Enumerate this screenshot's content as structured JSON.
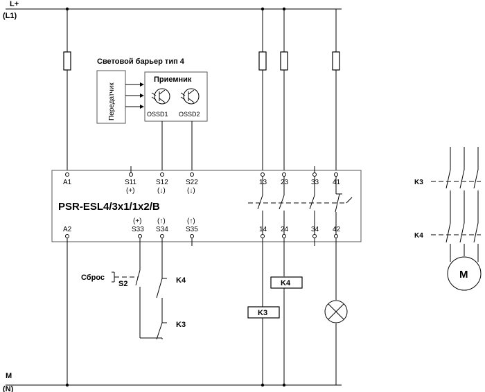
{
  "rails": {
    "top_label": "L+",
    "top_sub": "(L1)",
    "bottom_label": "M",
    "bottom_sub": "(N)"
  },
  "barrier": {
    "title": "Световой барьер тип 4",
    "transmitter": "Передатчик",
    "receiver": "Приемник",
    "ossd1": "OSSD1",
    "ossd2": "OSSD2"
  },
  "relay": {
    "model": "PSR-ESL4/3x1/1x2/B",
    "top_terminals": [
      "A1",
      "S11",
      "S12",
      "S22",
      "13",
      "23",
      "33",
      "41"
    ],
    "top_marks": [
      "",
      "(+)",
      "(↓)",
      "(↓)",
      "",
      "",
      "",
      ""
    ],
    "bottom_terminals": [
      "A2",
      "S33",
      "S34",
      "S35",
      "14",
      "24",
      "34",
      "42"
    ],
    "bottom_marks": [
      "",
      "(+)",
      "(↑)",
      "(↑)",
      "",
      "",
      "",
      ""
    ]
  },
  "feedback": {
    "reset_label": "Сброс",
    "reset_button": "S2",
    "contact_k4": "K4",
    "contact_k3": "K3"
  },
  "coils": {
    "k3": "K3",
    "k4": "K4"
  },
  "motor": {
    "label": "M",
    "contact_k3": "K3",
    "contact_k4": "K4"
  }
}
